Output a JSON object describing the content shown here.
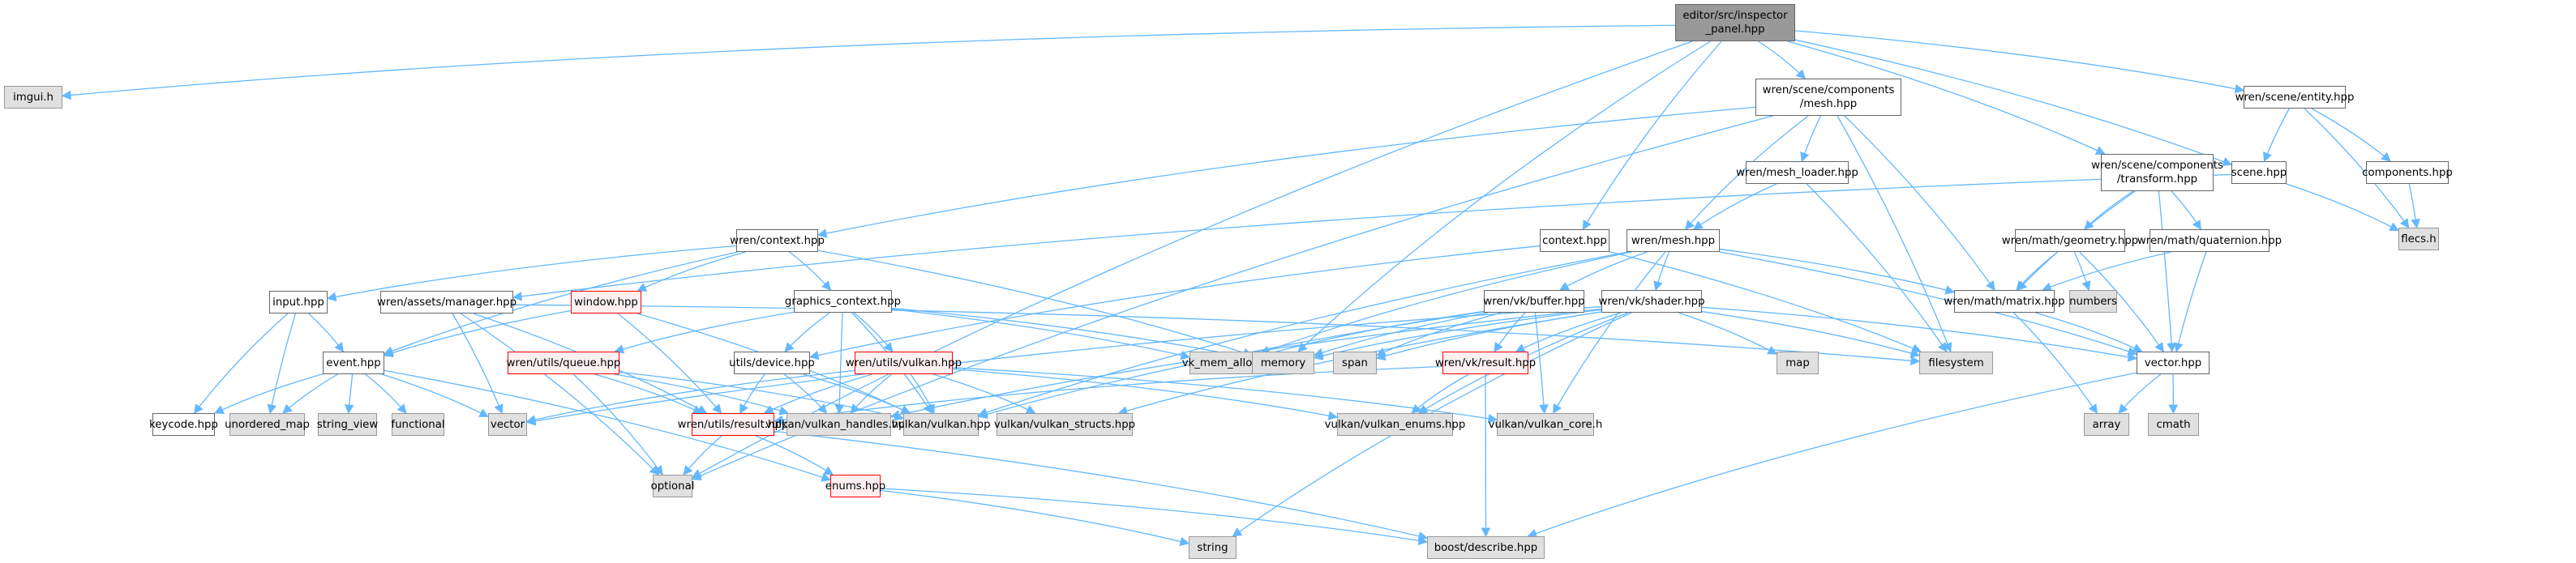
{
  "title": "Include dependency graph for editor/src/inspector_panel.hpp",
  "colors": {
    "edge": "#63b8ff",
    "root_fill": "#999999",
    "local_fill": "#ffffff",
    "system_fill": "#e0e0e0",
    "truncated_fill": "#fff0f0",
    "truncated_border": "#ff0000"
  },
  "nodes": [
    {
      "id": "root",
      "label": "editor/src/inspector\n_panel.hpp",
      "kind": "root"
    },
    {
      "id": "imgui",
      "label": "imgui.h",
      "kind": "sys"
    },
    {
      "id": "mesh_comp",
      "label": "wren/scene/components\n/mesh.hpp",
      "kind": "local"
    },
    {
      "id": "entity",
      "label": "wren/scene/entity.hpp",
      "kind": "local"
    },
    {
      "id": "scene",
      "label": "scene.hpp",
      "kind": "local"
    },
    {
      "id": "components",
      "label": "components.hpp",
      "kind": "local"
    },
    {
      "id": "flecs",
      "label": "flecs.h",
      "kind": "sys"
    },
    {
      "id": "transform",
      "label": "wren/scene/components\n/transform.hpp",
      "kind": "local"
    },
    {
      "id": "mesh_loader",
      "label": "wren/mesh_loader.hpp",
      "kind": "local"
    },
    {
      "id": "context",
      "label": "context.hpp",
      "kind": "local"
    },
    {
      "id": "wren_mesh",
      "label": "wren/mesh.hpp",
      "kind": "local"
    },
    {
      "id": "wren_context",
      "label": "wren/context.hpp",
      "kind": "local"
    },
    {
      "id": "geometry",
      "label": "wren/math/geometry.hpp",
      "kind": "local"
    },
    {
      "id": "quaternion",
      "label": "wren/math/quaternion.hpp",
      "kind": "local"
    },
    {
      "id": "numbers",
      "label": "numbers",
      "kind": "sys"
    },
    {
      "id": "matrix",
      "label": "wren/math/matrix.hpp",
      "kind": "local"
    },
    {
      "id": "input",
      "label": "input.hpp",
      "kind": "local"
    },
    {
      "id": "assets_manager",
      "label": "wren/assets/manager.hpp",
      "kind": "local"
    },
    {
      "id": "window",
      "label": "window.hpp",
      "kind": "trunc"
    },
    {
      "id": "graphics_context",
      "label": "graphics_context.hpp",
      "kind": "local"
    },
    {
      "id": "vk_buffer",
      "label": "wren/vk/buffer.hpp",
      "kind": "local"
    },
    {
      "id": "vk_shader",
      "label": "wren/vk/shader.hpp",
      "kind": "local"
    },
    {
      "id": "vk_mem_alloc",
      "label": "vk_mem_alloc.h",
      "kind": "sys"
    },
    {
      "id": "memory",
      "label": "memory",
      "kind": "sys"
    },
    {
      "id": "span",
      "label": "span",
      "kind": "sys"
    },
    {
      "id": "map",
      "label": "map",
      "kind": "sys"
    },
    {
      "id": "filesystem",
      "label": "filesystem",
      "kind": "sys"
    },
    {
      "id": "vector_hpp",
      "label": "vector.hpp",
      "kind": "local"
    },
    {
      "id": "event",
      "label": "event.hpp",
      "kind": "local"
    },
    {
      "id": "queue",
      "label": "wren/utils/queue.hpp",
      "kind": "trunc"
    },
    {
      "id": "device",
      "label": "utils/device.hpp",
      "kind": "local"
    },
    {
      "id": "utils_vulkan",
      "label": "wren/utils/vulkan.hpp",
      "kind": "trunc"
    },
    {
      "id": "vk_result",
      "label": "wren/vk/result.hpp",
      "kind": "trunc"
    },
    {
      "id": "array",
      "label": "array",
      "kind": "sys"
    },
    {
      "id": "cmath",
      "label": "cmath",
      "kind": "sys"
    },
    {
      "id": "keycode",
      "label": "keycode.hpp",
      "kind": "local"
    },
    {
      "id": "unordered_map",
      "label": "unordered_map",
      "kind": "sys"
    },
    {
      "id": "string_view",
      "label": "string_view",
      "kind": "sys"
    },
    {
      "id": "functional",
      "label": "functional",
      "kind": "sys"
    },
    {
      "id": "vector",
      "label": "vector",
      "kind": "sys"
    },
    {
      "id": "utils_result",
      "label": "wren/utils/result.hpp",
      "kind": "trunc"
    },
    {
      "id": "vulkan_handles",
      "label": "vulkan/vulkan_handles.hpp",
      "kind": "sys"
    },
    {
      "id": "vulkan_hpp",
      "label": "vulkan/vulkan.hpp",
      "kind": "sys"
    },
    {
      "id": "vulkan_structs",
      "label": "vulkan/vulkan_structs.hpp",
      "kind": "sys"
    },
    {
      "id": "vulkan_enums",
      "label": "vulkan/vulkan_enums.hpp",
      "kind": "sys"
    },
    {
      "id": "vulkan_core",
      "label": "vulkan/vulkan_core.h",
      "kind": "sys"
    },
    {
      "id": "optional",
      "label": "optional",
      "kind": "sys"
    },
    {
      "id": "enums",
      "label": "enums.hpp",
      "kind": "trunc"
    },
    {
      "id": "string",
      "label": "string",
      "kind": "sys"
    },
    {
      "id": "describe",
      "label": "boost/describe.hpp",
      "kind": "sys"
    }
  ],
  "edges": [
    [
      "root",
      "imgui"
    ],
    [
      "root",
      "mesh_comp"
    ],
    [
      "root",
      "entity"
    ],
    [
      "root",
      "scene"
    ],
    [
      "root",
      "transform"
    ],
    [
      "root",
      "context"
    ],
    [
      "root",
      "memory"
    ],
    [
      "root",
      "optional"
    ],
    [
      "entity",
      "scene"
    ],
    [
      "entity",
      "components"
    ],
    [
      "entity",
      "flecs"
    ],
    [
      "scene",
      "flecs"
    ],
    [
      "scene",
      "assets_manager"
    ],
    [
      "components",
      "flecs"
    ],
    [
      "mesh_comp",
      "wren_context"
    ],
    [
      "mesh_comp",
      "mesh_loader"
    ],
    [
      "mesh_comp",
      "wren_mesh"
    ],
    [
      "mesh_comp",
      "matrix"
    ],
    [
      "mesh_comp",
      "filesystem"
    ],
    [
      "mesh_comp",
      "optional"
    ],
    [
      "transform",
      "geometry"
    ],
    [
      "transform",
      "quaternion"
    ],
    [
      "transform",
      "matrix"
    ],
    [
      "transform",
      "vector_hpp"
    ],
    [
      "mesh_loader",
      "wren_mesh"
    ],
    [
      "mesh_loader",
      "filesystem"
    ],
    [
      "context",
      "device"
    ],
    [
      "context",
      "filesystem"
    ],
    [
      "wren_mesh",
      "vk_buffer"
    ],
    [
      "wren_mesh",
      "vk_shader"
    ],
    [
      "wren_mesh",
      "matrix"
    ],
    [
      "wren_mesh",
      "vector_hpp"
    ],
    [
      "wren_mesh",
      "vk_mem_alloc"
    ],
    [
      "wren_mesh",
      "vulkan_hpp"
    ],
    [
      "wren_mesh",
      "vulkan_core"
    ],
    [
      "geometry",
      "matrix"
    ],
    [
      "geometry",
      "numbers"
    ],
    [
      "geometry",
      "vector_hpp"
    ],
    [
      "quaternion",
      "matrix"
    ],
    [
      "quaternion",
      "vector_hpp"
    ],
    [
      "matrix",
      "vector_hpp"
    ],
    [
      "matrix",
      "array"
    ],
    [
      "vector_hpp",
      "array"
    ],
    [
      "vector_hpp",
      "cmath"
    ],
    [
      "vector_hpp",
      "describe"
    ],
    [
      "wren_context",
      "input"
    ],
    [
      "wren_context",
      "window"
    ],
    [
      "wren_context",
      "graphics_context"
    ],
    [
      "wren_context",
      "event"
    ],
    [
      "wren_context",
      "memory"
    ],
    [
      "input",
      "event"
    ],
    [
      "input",
      "keycode"
    ],
    [
      "input",
      "unordered_map"
    ],
    [
      "assets_manager",
      "filesystem"
    ],
    [
      "assets_manager",
      "utils_result"
    ],
    [
      "assets_manager",
      "optional"
    ],
    [
      "assets_manager",
      "vector"
    ],
    [
      "window",
      "event"
    ],
    [
      "window",
      "utils_result"
    ],
    [
      "window",
      "vulkan_hpp"
    ],
    [
      "graphics_context",
      "device"
    ],
    [
      "graphics_context",
      "utils_vulkan"
    ],
    [
      "graphics_context",
      "queue"
    ],
    [
      "graphics_context",
      "vk_mem_alloc"
    ],
    [
      "graphics_context",
      "vulkan_hpp"
    ],
    [
      "graphics_context",
      "vulkan_handles"
    ],
    [
      "graphics_context",
      "memory"
    ],
    [
      "vk_buffer",
      "vk_result"
    ],
    [
      "vk_buffer",
      "memory"
    ],
    [
      "vk_buffer",
      "span"
    ],
    [
      "vk_buffer",
      "vk_mem_alloc"
    ],
    [
      "vk_buffer",
      "vulkan_hpp"
    ],
    [
      "vk_buffer",
      "vulkan_core"
    ],
    [
      "vk_shader",
      "vk_result"
    ],
    [
      "vk_shader",
      "map"
    ],
    [
      "vk_shader",
      "filesystem"
    ],
    [
      "vk_shader",
      "memory"
    ],
    [
      "vk_shader",
      "span"
    ],
    [
      "vk_shader",
      "vector"
    ],
    [
      "vk_shader",
      "string"
    ],
    [
      "vk_shader",
      "vulkan_enums"
    ],
    [
      "vk_shader",
      "vulkan_structs"
    ],
    [
      "vk_shader",
      "vulkan_handles"
    ],
    [
      "vk_shader",
      "vector_hpp"
    ],
    [
      "event",
      "keycode"
    ],
    [
      "event",
      "unordered_map"
    ],
    [
      "event",
      "string_view"
    ],
    [
      "event",
      "functional"
    ],
    [
      "event",
      "vector"
    ],
    [
      "event",
      "enums"
    ],
    [
      "queue",
      "utils_result"
    ],
    [
      "queue",
      "optional"
    ],
    [
      "queue",
      "vulkan_hpp"
    ],
    [
      "queue",
      "vulkan_handles"
    ],
    [
      "device",
      "utils_result"
    ],
    [
      "device",
      "vulkan_hpp"
    ],
    [
      "device",
      "vulkan_handles"
    ],
    [
      "utils_vulkan",
      "utils_result"
    ],
    [
      "utils_vulkan",
      "vulkan_handles"
    ],
    [
      "utils_vulkan",
      "vulkan_hpp"
    ],
    [
      "utils_vulkan",
      "vulkan_structs"
    ],
    [
      "utils_vulkan",
      "vulkan_enums"
    ],
    [
      "utils_vulkan",
      "vulkan_core"
    ],
    [
      "utils_vulkan",
      "vector"
    ],
    [
      "vk_result",
      "vulkan_enums"
    ],
    [
      "vk_result",
      "describe"
    ],
    [
      "vk_result",
      "utils_result"
    ],
    [
      "utils_result",
      "optional"
    ],
    [
      "utils_result",
      "enums"
    ],
    [
      "utils_result",
      "describe"
    ],
    [
      "enums",
      "string"
    ],
    [
      "enums",
      "describe"
    ]
  ]
}
